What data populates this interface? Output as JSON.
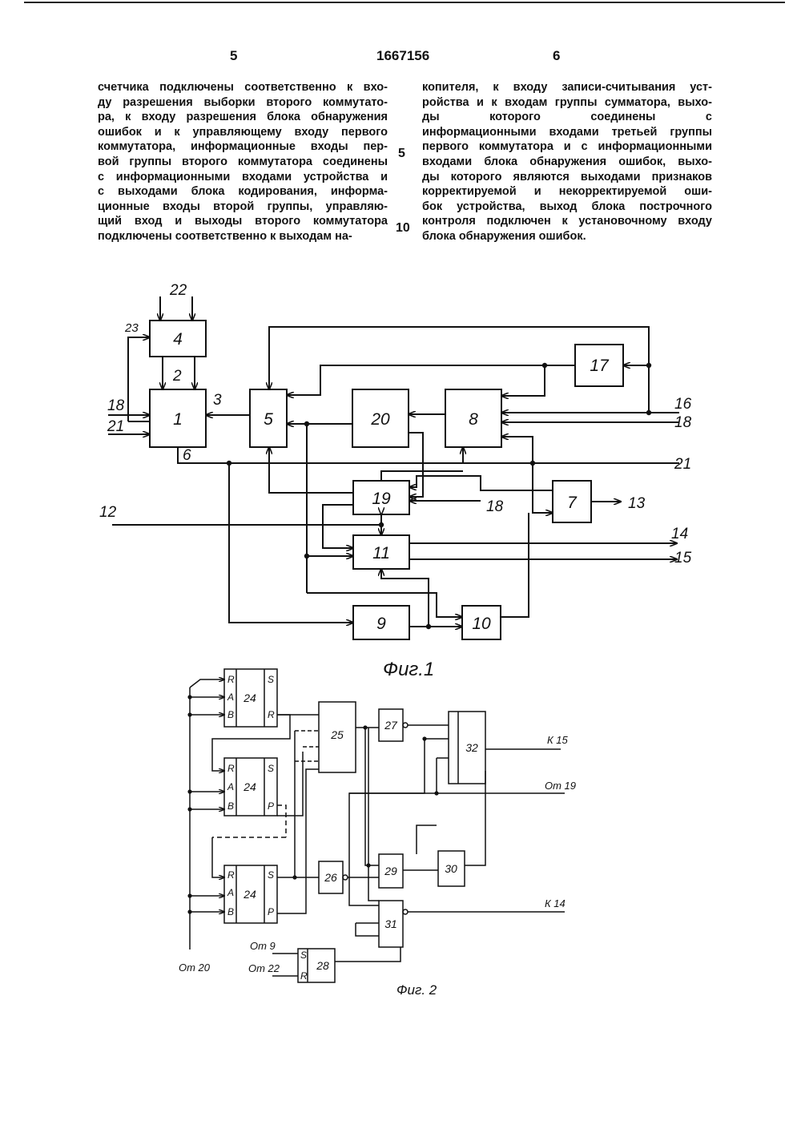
{
  "header": {
    "left_page": "5",
    "patent_number": "1667156",
    "right_page": "6"
  },
  "left_column": [
    "счетчика подключены соответственно к вхо-",
    "ду разрешения выборки второго коммутато-",
    "ра, к входу разрешения блока обнаружения",
    "ошибок и к управляющему входу первого",
    "коммутатора, информационные входы пер-",
    "вой группы второго коммутатора соединены",
    "с информационными входами устройства и",
    "с выходами блока кодирования, информа-",
    "ционные входы второй группы, управляю-",
    "щий вход и выходы второго коммутатора",
    "подключены соответственно к выходам на-"
  ],
  "right_column": [
    "копителя, к входу записи-считывания уст-",
    "ройства и к входам группы сумматора, выхо-",
    "ды которого соединены с",
    "информационными входами третьей группы",
    "первого коммутатора и с информационными",
    "входами блока обнаружения ошибок, выхо-",
    "ды которого являются выходами признаков",
    "корректируемой и некорректируемой оши-",
    "бок устройства, выход блока построчного",
    "контроля подключен к установочному входу",
    "блока обнаружения ошибок."
  ],
  "line_numbers": [
    "5",
    "10"
  ],
  "fig1": {
    "caption": "Фиг.1",
    "blocks": [
      "4",
      "1",
      "5",
      "20",
      "8",
      "17",
      "19",
      "11",
      "7",
      "9",
      "10"
    ],
    "labels": [
      "22",
      "23",
      "2",
      "3",
      "18",
      "21",
      "6",
      "16",
      "18",
      "21",
      "18",
      "12",
      "13",
      "14",
      "15"
    ]
  },
  "fig2": {
    "caption": "Фиг. 2",
    "trigger_label": "24",
    "trigger_pins_left": [
      "R",
      "A",
      "B"
    ],
    "trigger_pins_right": [
      "S",
      "R",
      "S",
      "P",
      "S",
      "P"
    ],
    "blocks": [
      "25",
      "26",
      "27",
      "29",
      "30",
      "31",
      "32",
      "28"
    ],
    "inputs": [
      "От 20",
      "От 9",
      "От 22",
      "От 19"
    ],
    "outputs": [
      "К 15",
      "К 14"
    ],
    "flipflop_pins": [
      "S",
      "R"
    ]
  }
}
